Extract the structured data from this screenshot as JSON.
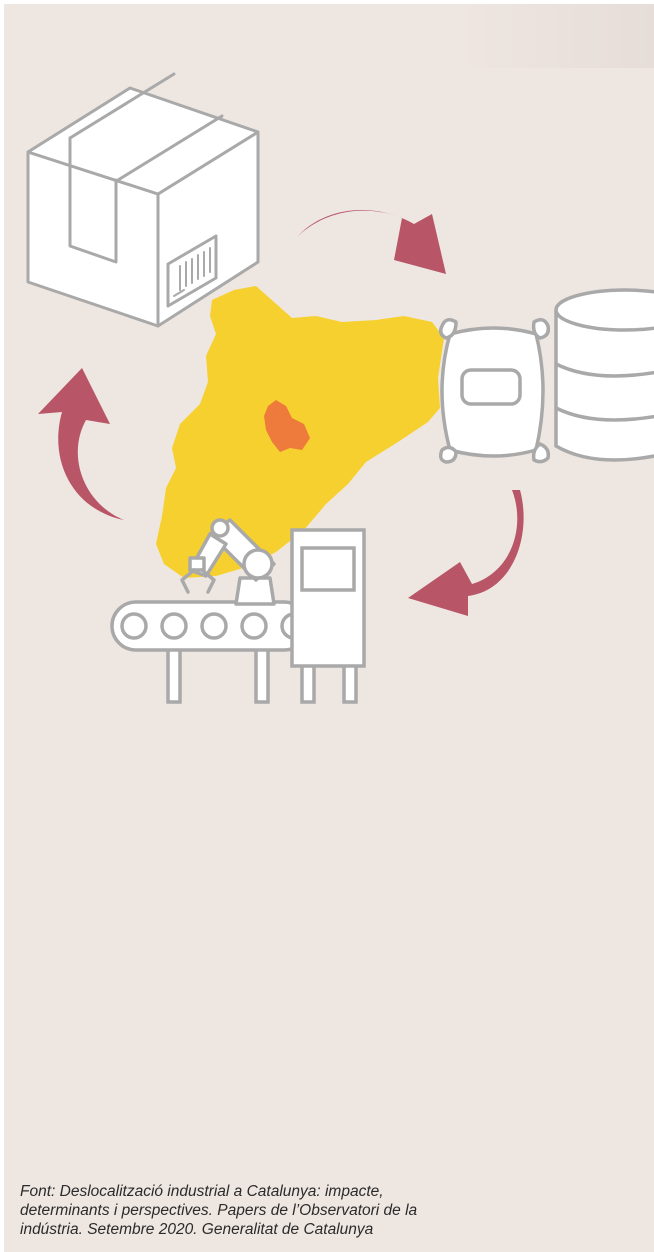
{
  "colors": {
    "background": "#eee6e1",
    "outline": "#a9a9a9",
    "arrow": "#b85566",
    "region": "#f6d02f",
    "highlight": "#ee7a3b"
  },
  "icons": [
    "cardboard-box-icon",
    "sack-icon",
    "barrel-icon",
    "robot-arm-icon",
    "conveyor-belt-icon",
    "machine-icon",
    "cycle-arrow-icon"
  ],
  "source": {
    "line1": "Font: Deslocalització industrial a Catalunya: impacte,",
    "line2": "determinants i perspectives. Papers de l’Observatori de la",
    "line3": "indústria. Setembre 2020. Generalitat de Catalunya"
  }
}
